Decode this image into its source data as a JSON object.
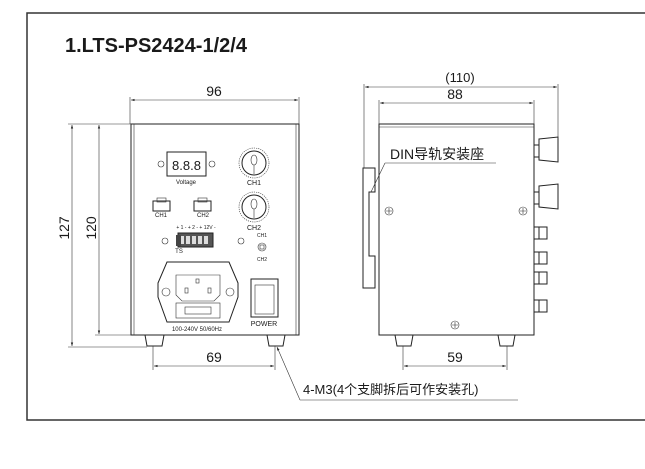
{
  "title": "1.LTS-PS2424-1/2/4",
  "front_view": {
    "width_dim": "96",
    "height_outer_dim": "127",
    "height_inner_dim": "120",
    "feet_spacing_dim": "69",
    "display_label": "Voltage",
    "display_digits": "8.8.8",
    "knob1_label": "CH1",
    "knob2_label": "CH2",
    "connector1_label": "CH1",
    "connector2_label": "CH2",
    "terminal_label": "+ 1 -  + 2 -  + 12V -",
    "switch_label": "TS",
    "button_top_label": "CH1",
    "button_bottom_label": "CH2",
    "power_input_label": "100-240V 50/60Hz",
    "power_switch_label": "POWER"
  },
  "side_view": {
    "overall_depth_dim": "(110)",
    "body_depth_dim": "88",
    "feet_spacing_dim": "59",
    "din_label": "DIN导轨安装座"
  },
  "foot_note": "4-M3(4个支脚拆后可作安装孔)",
  "colors": {
    "line": "#222222",
    "frame": "#333333",
    "background": "#ffffff"
  }
}
